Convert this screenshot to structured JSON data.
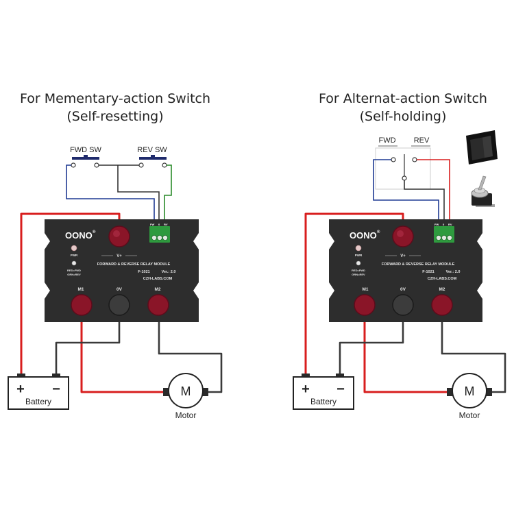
{
  "left_panel": {
    "title_line1": "For Mementary-action Switch",
    "title_line2": "(Self-resetting)",
    "switch1_label": "FWD SW",
    "switch2_label": "REV SW"
  },
  "right_panel": {
    "title_line1": "For Alternat-action Switch",
    "title_line2": "(Self-holding)",
    "switch1_label": "FWD",
    "switch2_label": "REV"
  },
  "module": {
    "brand": "OONO",
    "brand_mark": "®",
    "pwr_label": "PWR",
    "vplus_label": "V+",
    "led_legend_1": "RED=FWD",
    "led_legend_2": "GRN=REV",
    "module_name": "FORWARD & REVERSE RELAY MODULE",
    "model": "F-1021",
    "version": "Ver.: 2.0",
    "website": "CZH-LABS.COM",
    "m1_label": "M1",
    "ov_label": "0V",
    "m2_label": "M2",
    "terminal_labels": [
      "FW",
      "0",
      "RV"
    ]
  },
  "battery": {
    "label": "Battery",
    "plus": "+",
    "minus": "−"
  },
  "motor": {
    "label": "Motor",
    "symbol": "M"
  },
  "colors": {
    "positive_wire": "#d81e1e",
    "negative_wire": "#3a3a3a",
    "fwd_wire": "#1f3a93",
    "rev_wire": "#2a8a2a",
    "module_body": "#2d2d2d",
    "terminal_post_red": "#8a1528",
    "terminal_post_black": "#3c3c3c",
    "terminal_block": "#2e9a3e"
  }
}
